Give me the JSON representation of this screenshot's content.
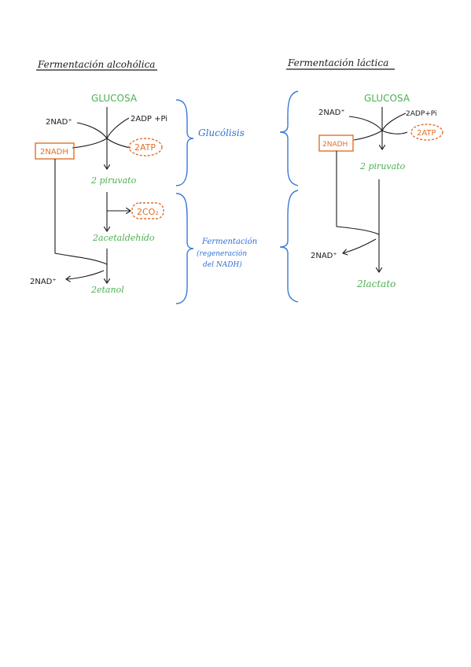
{
  "alcoholic": {
    "title": "Fermentación alcohólica",
    "glucose": "GLUCOSA",
    "nad_in": "2NAD⁺",
    "adp": "2ADP +Pi",
    "nadh": "2NADH",
    "atp": "2ATP",
    "pyruvate": "2 piruvato",
    "co2": "2CO₂",
    "acetaldehyde": "2acetaldehído",
    "nad_out": "2NAD⁺",
    "ethanol": "2etanol"
  },
  "labels": {
    "glycolysis": "Glucólisis",
    "fermentation_line1": "Fermentación",
    "fermentation_line2": "(regeneración",
    "fermentation_line3": "del NADH)"
  },
  "lactic": {
    "title": "Fermentación láctica",
    "glucose": "GLUCOSA",
    "nad_in": "2NAD⁺",
    "adp": "2ADP+Pi",
    "nadh": "2NADH",
    "atp": "2ATP",
    "pyruvate": "2 piruvato",
    "nad_out": "2NAD⁺",
    "lactate": "2lactato"
  },
  "colors": {
    "metabolite": "#4cb050",
    "cofactor_box": "#e0702a",
    "annotation": "#2f6fd6",
    "ink": "#1a1a1a"
  }
}
